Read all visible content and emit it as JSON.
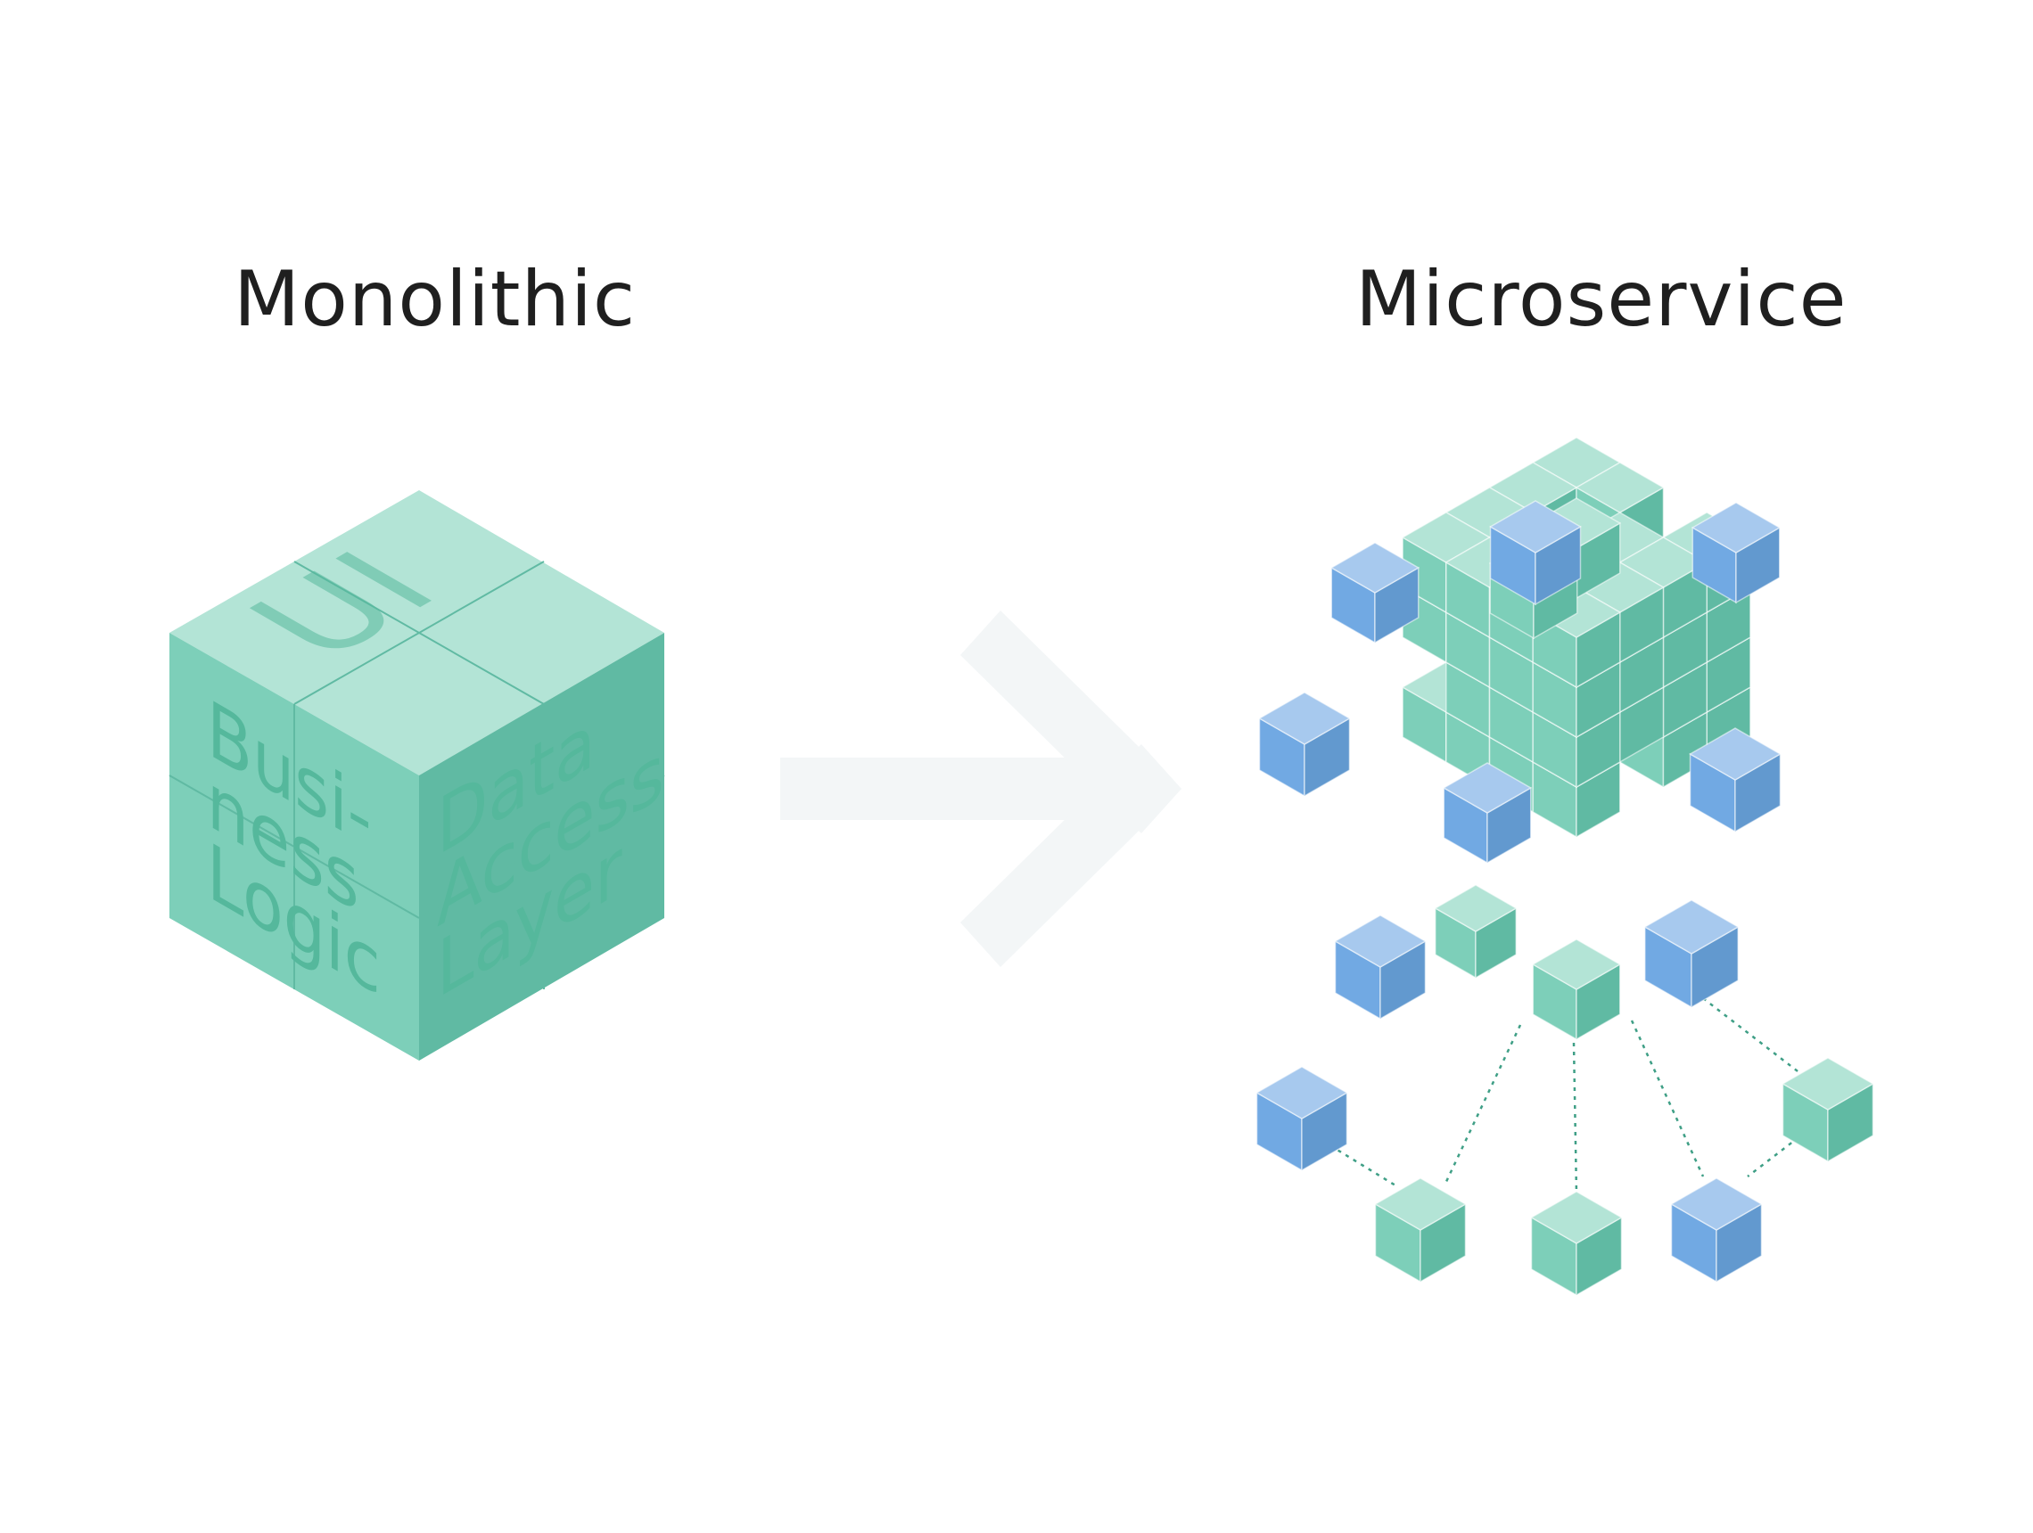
{
  "titles": {
    "left": "Monolithic",
    "right": "Microservice"
  },
  "monolith": {
    "top_label": "UI",
    "left_face_lines": [
      "Busi-",
      "ness",
      "Logic"
    ],
    "right_face_lines": [
      "Data",
      "Access",
      "Layer"
    ]
  },
  "colors": {
    "title_text": "#1f1f1f",
    "green_top": "#b3e4d6",
    "green_left": "#7dcfb9",
    "green_right": "#60baa3",
    "blue_top": "#a7c9ee",
    "blue_left": "#71a9e3",
    "blue_right": "#6299cf",
    "face_text": "#55b89c",
    "arrow": "#f3f6f7",
    "dotted_line": "#3f9f86",
    "background": "#ffffff"
  }
}
